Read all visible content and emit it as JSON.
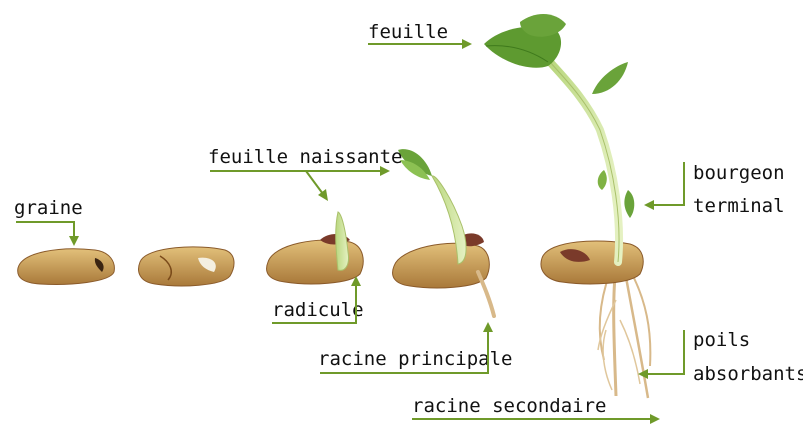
{
  "colors": {
    "arrow": "#6f9a2a",
    "text": "#111111",
    "seed": "#c9a25a",
    "seed_dark": "#8a5a2a",
    "stem": "#cfe39a",
    "leaf": "#6aa33a",
    "root": "#d8b98a"
  },
  "labels": {
    "feuille": "feuille",
    "feuille_naissante": "feuille naissante",
    "graine": "graine",
    "radicule": "radicule",
    "racine_principale": "racine principale",
    "racine_secondaire": "racine secondaire",
    "bourgeon_line1": "bourgeon",
    "bourgeon_line2": "terminal",
    "poils_line1": "poils",
    "poils_line2": "absorbants"
  },
  "stages": [
    "seed",
    "swollen-seed",
    "radicle-stage",
    "sprout-stage",
    "seedling"
  ]
}
